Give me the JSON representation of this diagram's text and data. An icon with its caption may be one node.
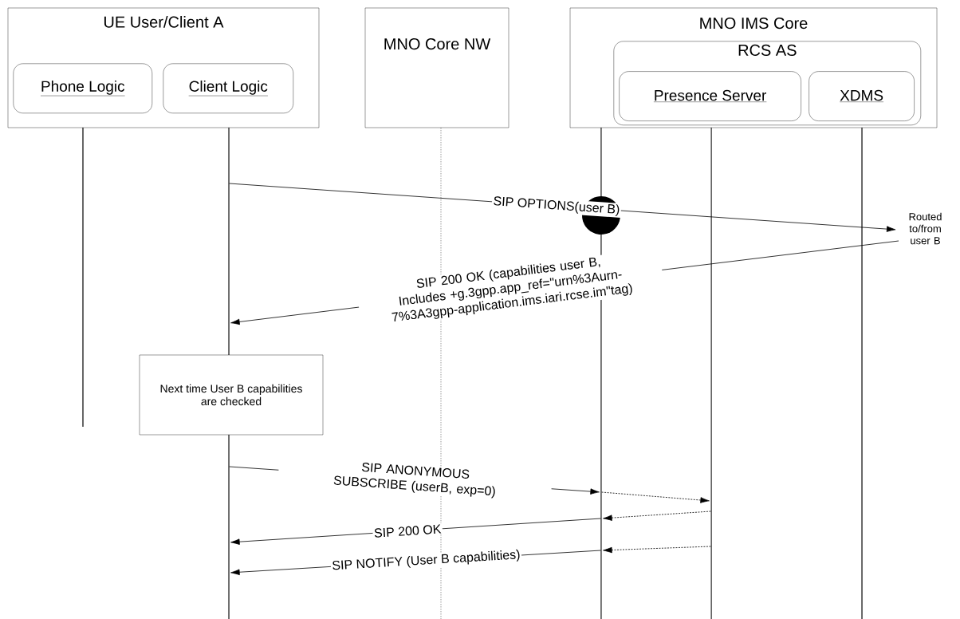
{
  "diagram": {
    "nodes": [
      {
        "text": [
          "UE User/Client A"
        ]
      },
      {
        "text": [
          "Phone Logic"
        ],
        "in": 0
      },
      {
        "text": [
          "Client Logic"
        ],
        "in": 0
      },
      {
        "text": [
          "MNO Core NW"
        ]
      },
      {
        "text": [
          "MNO IMS Core"
        ]
      },
      {
        "text": [
          "RCS AS"
        ],
        "in": 4
      },
      {
        "text": [
          "Presence Server"
        ],
        "in": 5
      },
      {
        "text": [
          "XDMS"
        ],
        "in": 5
      },
      {
        "text": [
          "Routed to/from user B"
        ]
      },
      {
        "text": [
          "Next time User B capabilities are checked"
        ]
      },
      {
        "text": [],
        "shape": "line"
      },
      {
        "text": [],
        "shape": "line"
      },
      {
        "text": [],
        "shape": "line"
      },
      {
        "text": [],
        "shape": "line"
      },
      {
        "text": [],
        "shape": "line"
      },
      {
        "text": [],
        "shape": "line"
      }
    ],
    "edges": [
      {
        "from": 11,
        "to": 8,
        "arrow": "to",
        "label": "SIP OPTIONS(user B)"
      },
      {
        "from": 8,
        "to": 11,
        "arrow": "to",
        "label": "SIP 200 OK (capabilities user B, Includes +g.3gpp.app_ref=\"urn%3Aurn-7%3A3gpp-application.ims.iari.rcse.im\"tag)"
      },
      {
        "from": 11,
        "to": 13,
        "arrow": "to",
        "label": "SIP ANONYMOUS SUBSCRIBE (userB, exp=0)"
      },
      {
        "from": 13,
        "to": 14,
        "arrow": "to",
        "style": "dashed"
      },
      {
        "from": 14,
        "to": 13,
        "arrow": "to",
        "style": "dashed"
      },
      {
        "from": 13,
        "to": 11,
        "arrow": "to",
        "label": "SIP 200 OK"
      },
      {
        "from": 14,
        "to": 13,
        "arrow": "to",
        "style": "dashed"
      },
      {
        "from": 13,
        "to": 11,
        "arrow": "to",
        "label": "SIP NOTIFY (User B capabilities)"
      }
    ]
  }
}
